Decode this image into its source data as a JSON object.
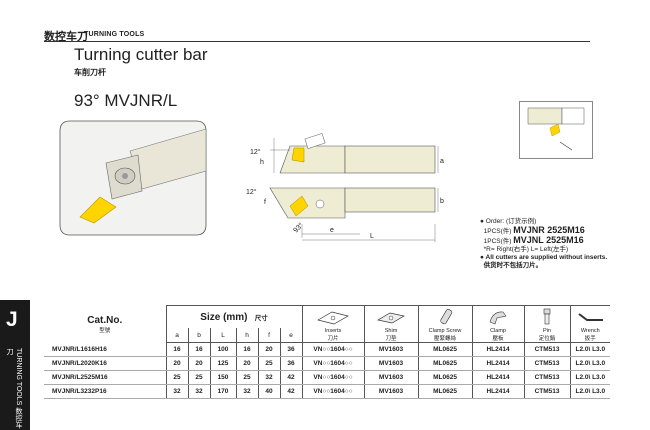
{
  "header": {
    "section_cn": "数控车刀",
    "section_en": "TURNING TOOLS"
  },
  "title": "Turning cutter bar",
  "title_cn": "车削刀杆",
  "model": "93°  MVJNR/L",
  "side_tab": {
    "letter": "J",
    "label_en": "TURNING TOOLS",
    "label_cn": "数控车刀"
  },
  "drawing": {
    "angle_top": "12°",
    "angle_side": "12°",
    "angle_main": "93°",
    "dim_h": "h",
    "dim_a": "a",
    "dim_b": "b",
    "dim_f": "f",
    "dim_e": "e",
    "dim_L": "L"
  },
  "order": {
    "label": "Order: (订货示例)",
    "line1_prefix": "1PCS(件)",
    "line1_code": "MVJNR 2525M16",
    "line2_prefix": "1PCS(件)",
    "line2_code": "MVJNL 2525M16",
    "legend": "*R= Right(右手)   L= Left(左手)",
    "note_en": "All cutters are supplied without inserts.",
    "note_cn": "供货时不包括刀片。"
  },
  "table": {
    "cat_no": "Cat.No.",
    "cat_no_cn": "型號",
    "size_label": "Size (mm)",
    "size_cn": "尺寸",
    "dims": [
      "a",
      "b",
      "L",
      "h",
      "f",
      "e"
    ],
    "accessories": [
      {
        "en": "Inserts",
        "cn": "刀片",
        "icon": "insert-icon"
      },
      {
        "en": "Shim",
        "cn": "刀垫",
        "icon": "shim-icon"
      },
      {
        "en": "Clamp Screw",
        "cn": "壓緊螺絲",
        "icon": "screw-icon"
      },
      {
        "en": "Clamp",
        "cn": "壓板",
        "icon": "clamp-icon"
      },
      {
        "en": "Pin",
        "cn": "定位銷",
        "icon": "pin-icon"
      },
      {
        "en": "Wrench",
        "cn": "扳手",
        "icon": "wrench-icon"
      }
    ],
    "rows": [
      {
        "cat": "MVJNR/L1616H16",
        "a": "16",
        "b": "16",
        "L": "100",
        "h": "16",
        "f": "20",
        "e": "36",
        "insert": "VN○○1604○○",
        "shim": "MV1603",
        "screw": "ML0625",
        "clamp": "HL2414",
        "pin": "CTM513",
        "wrench": "L2.0\\ L3.0"
      },
      {
        "cat": "MVJNR/L2020K16",
        "a": "20",
        "b": "20",
        "L": "125",
        "h": "20",
        "f": "25",
        "e": "36",
        "insert": "VN○○1604○○",
        "shim": "MV1603",
        "screw": "ML0625",
        "clamp": "HL2414",
        "pin": "CTM513",
        "wrench": "L2.0\\ L3.0"
      },
      {
        "cat": "MVJNR/L2525M16",
        "a": "25",
        "b": "25",
        "L": "150",
        "h": "25",
        "f": "32",
        "e": "42",
        "insert": "VN○○1604○○",
        "shim": "MV1603",
        "screw": "ML0625",
        "clamp": "HL2414",
        "pin": "CTM513",
        "wrench": "L2.0\\ L3.0"
      },
      {
        "cat": "MVJNR/L3232P16",
        "a": "32",
        "b": "32",
        "L": "170",
        "h": "32",
        "f": "40",
        "e": "42",
        "insert": "VN○○1604○○",
        "shim": "MV1603",
        "screw": "ML0625",
        "clamp": "HL2414",
        "pin": "CTM513",
        "wrench": "L2.0\\ L3.0"
      }
    ]
  }
}
